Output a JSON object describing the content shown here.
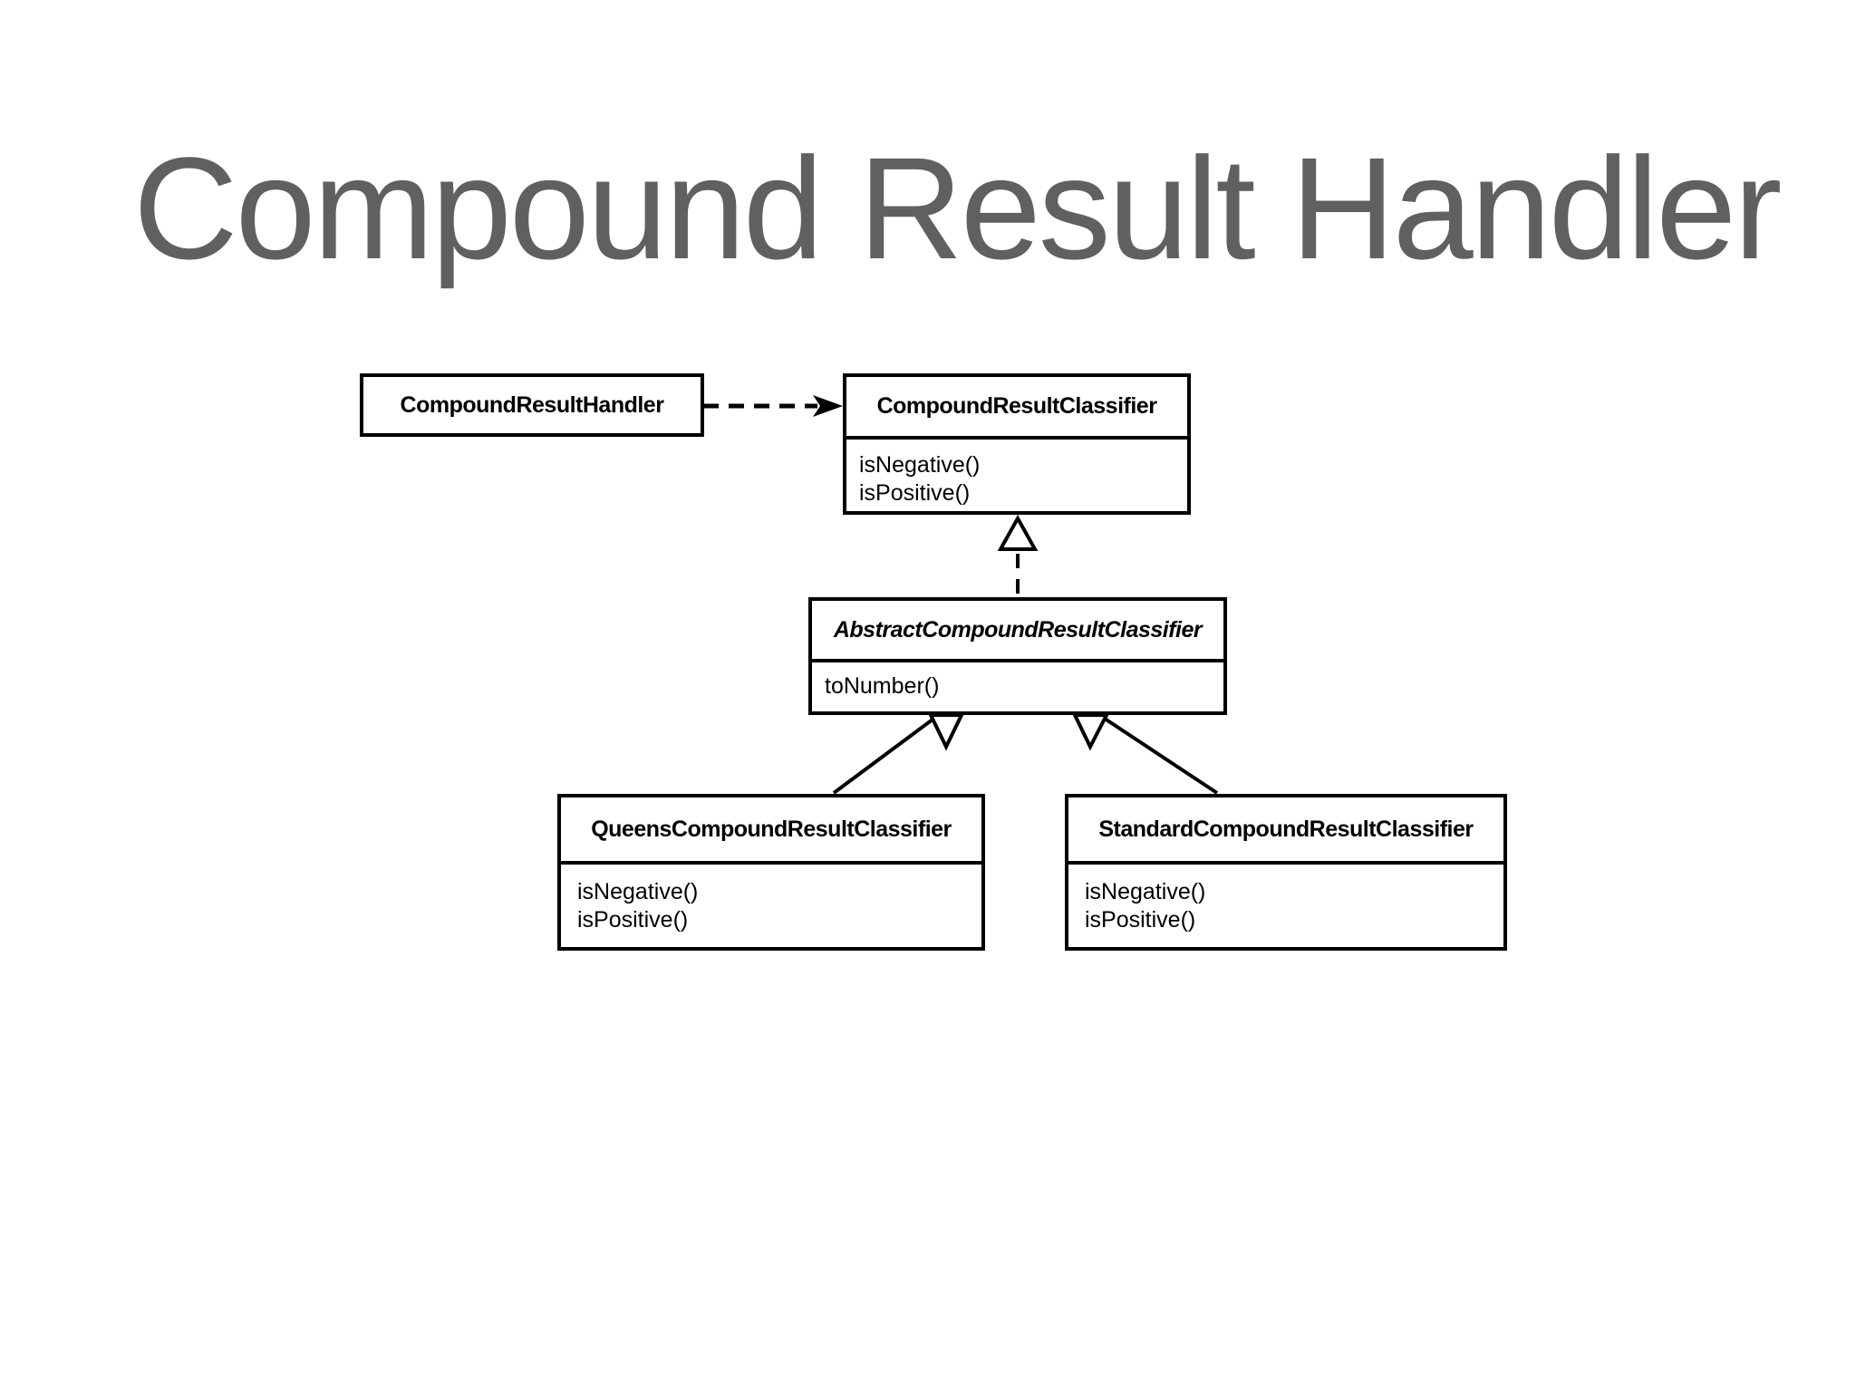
{
  "slide": {
    "title": "Compound Result Handler",
    "title_color": "#606060",
    "background_color": "#ffffff",
    "line_color": "#000000"
  },
  "diagram": {
    "type": "uml-class-diagram",
    "classes": [
      {
        "name": "CompoundResultHandler",
        "abstract": false,
        "methods": []
      },
      {
        "name": "CompoundResultClassifier",
        "abstract": false,
        "methods": [
          "isNegative()",
          "isPositive()"
        ]
      },
      {
        "name": "AbstractCompoundResultClassifier",
        "abstract": true,
        "methods": [
          "toNumber()"
        ]
      },
      {
        "name": "QueensCompoundResultClassifier",
        "abstract": false,
        "methods": [
          "isNegative()",
          "isPositive()"
        ]
      },
      {
        "name": "StandardCompoundResultClassifier",
        "abstract": false,
        "methods": [
          "isNegative()",
          "isPositive()"
        ]
      }
    ],
    "relations": [
      {
        "type": "dependency",
        "style": "dashed-arrow",
        "from": "CompoundResultHandler",
        "to": "CompoundResultClassifier"
      },
      {
        "type": "generalization",
        "style": "hollow-triangle-dashed",
        "from": "AbstractCompoundResultClassifier",
        "to": "CompoundResultClassifier"
      },
      {
        "type": "generalization",
        "style": "hollow-triangle-solid",
        "from": "QueensCompoundResultClassifier",
        "to": "AbstractCompoundResultClassifier"
      },
      {
        "type": "generalization",
        "style": "hollow-triangle-solid",
        "from": "StandardCompoundResultClassifier",
        "to": "AbstractCompoundResultClassifier"
      }
    ]
  }
}
